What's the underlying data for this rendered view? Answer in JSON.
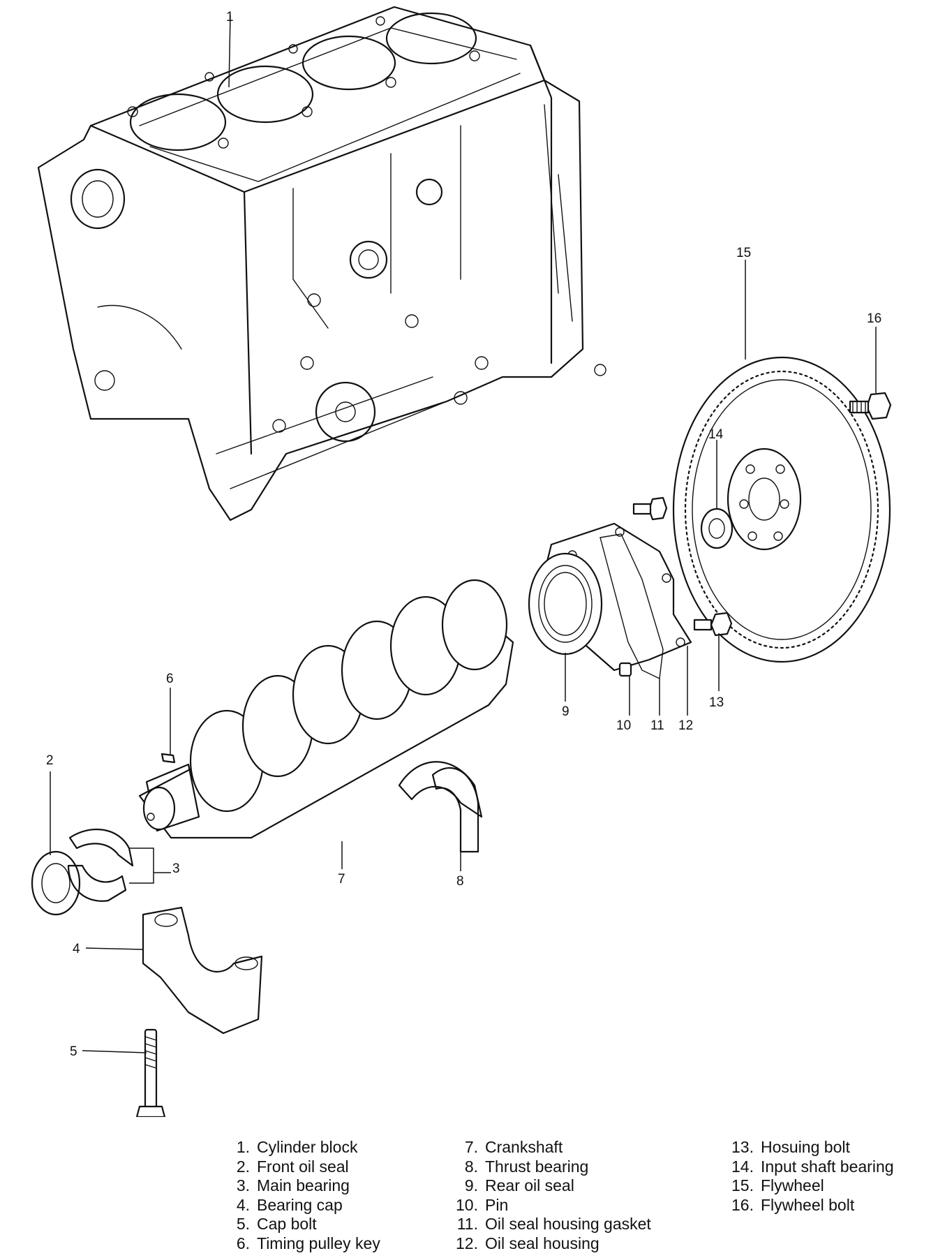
{
  "callouts": {
    "c1": "1",
    "c2": "2",
    "c3": "3",
    "c4": "4",
    "c5": "5",
    "c6": "6",
    "c7": "7",
    "c8": "8",
    "c9": "9",
    "c10": "10",
    "c11": "11",
    "c12": "12",
    "c13": "13",
    "c14": "14",
    "c15": "15",
    "c16": "16"
  },
  "legend": {
    "col1": [
      {
        "num": "1.",
        "label": "Cylinder block"
      },
      {
        "num": "2.",
        "label": "Front oil seal"
      },
      {
        "num": "3.",
        "label": "Main bearing"
      },
      {
        "num": "4.",
        "label": "Bearing cap"
      },
      {
        "num": "5.",
        "label": "Cap bolt"
      },
      {
        "num": "6.",
        "label": "Timing pulley key"
      }
    ],
    "col2": [
      {
        "num": "7.",
        "label": "Crankshaft"
      },
      {
        "num": "8.",
        "label": "Thrust bearing"
      },
      {
        "num": "9.",
        "label": "Rear oil seal"
      },
      {
        "num": "10.",
        "label": "Pin"
      },
      {
        "num": "11.",
        "label": "Oil seal housing gasket"
      },
      {
        "num": "12.",
        "label": "Oil seal housing"
      }
    ],
    "col3": [
      {
        "num": "13.",
        "label": "Hosuing bolt"
      },
      {
        "num": "14.",
        "label": "Input shaft bearing"
      },
      {
        "num": "15.",
        "label": "Flywheel"
      },
      {
        "num": "16.",
        "label": "Flywheel bolt"
      }
    ]
  }
}
